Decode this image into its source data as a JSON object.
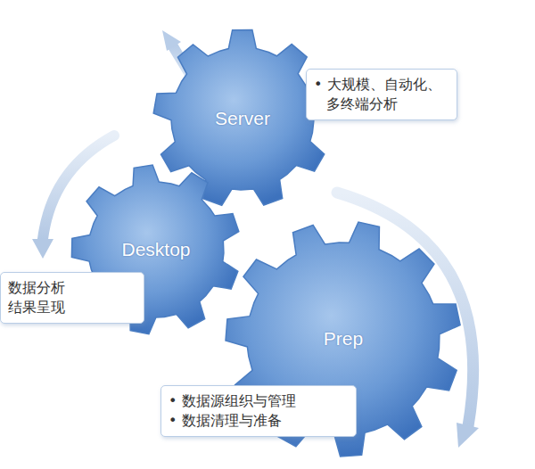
{
  "diagram": {
    "nodes": [
      {
        "text": [
          "Server"
        ]
      },
      {
        "text": [
          "• 大规模、自动化、 多终端分析"
        ]
      },
      {
        "text": [
          "Desktop"
        ]
      },
      {
        "text": [
          "数据分析 结果呈现"
        ]
      },
      {
        "text": [
          "Prep"
        ]
      },
      {
        "text": [
          "• 数据源组织与管理",
          "• 数据清理与准备"
        ]
      }
    ]
  }
}
